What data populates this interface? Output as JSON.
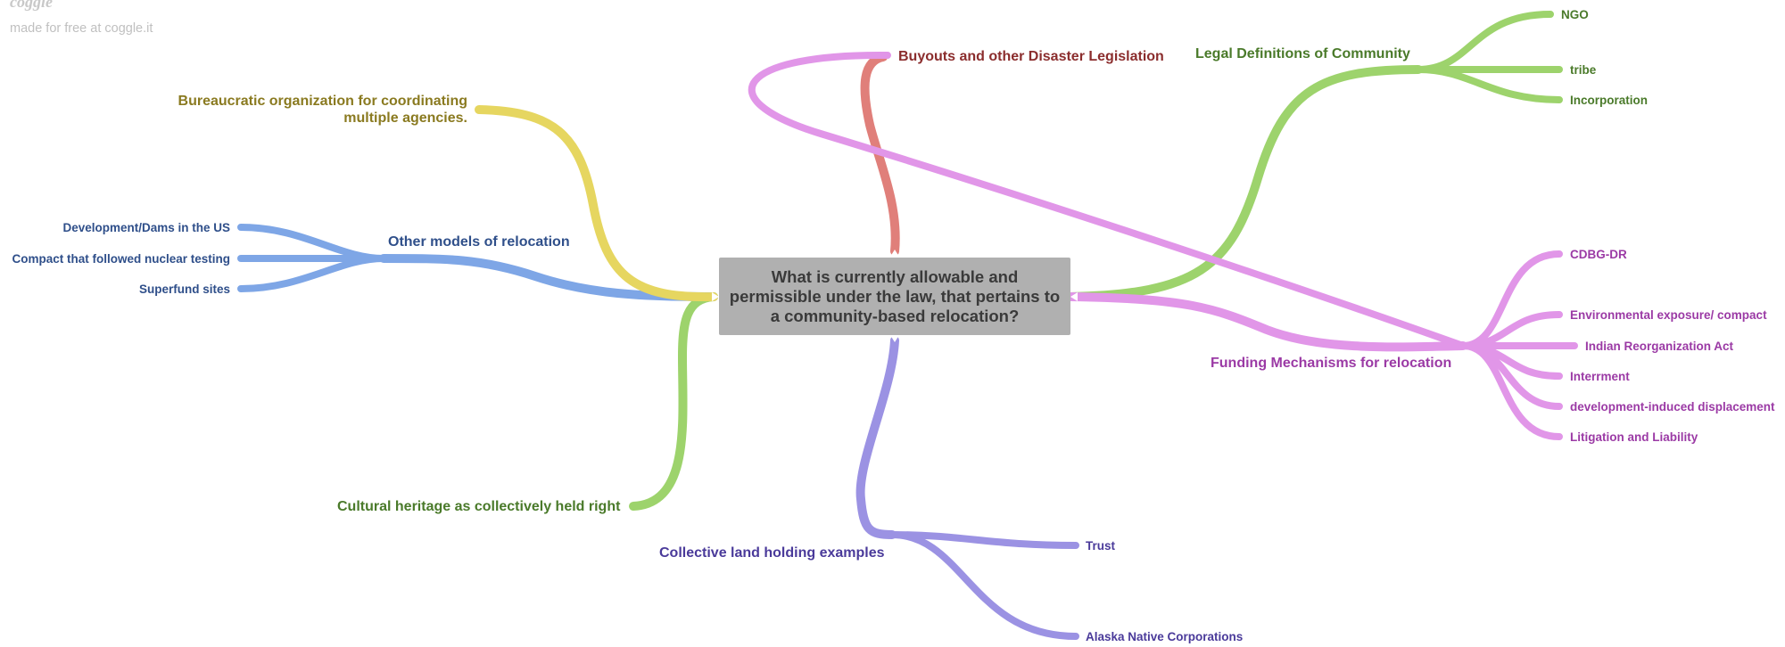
{
  "watermark": {
    "logo": "coggle",
    "text": "made for free at coggle.it"
  },
  "center": {
    "title": "What is currently allowable and permissible under the law, that pertains to a community-based relocation?"
  },
  "branches": {
    "buyouts": {
      "label": "Buyouts and other Disaster Legislation",
      "color": "#e07f7a",
      "text_color": "#8b2d2d"
    },
    "legal": {
      "label": "Legal Definitions of Community",
      "color": "#9dd36c",
      "text_color": "#4a7a2a",
      "children": [
        "NGO",
        "tribe",
        "Incorporation"
      ]
    },
    "funding": {
      "label": "Funding Mechanisms for relocation",
      "color": "#e196e8",
      "text_color": "#9b3aa5",
      "children": [
        "CDBG-DR",
        "Environmental exposure/ compact",
        "Indian Reorganization Act",
        "Interrment",
        "development-induced displacement",
        "Litigation and Liability"
      ]
    },
    "collective": {
      "label": "Collective land holding examples",
      "color": "#9b92e3",
      "text_color": "#4a3a9a",
      "children": [
        "Trust",
        "Alaska Native Corporations"
      ]
    },
    "cultural": {
      "label": "Cultural heritage as collectively held right",
      "color": "#9dd36c",
      "text_color": "#4a7a2a"
    },
    "other": {
      "label": "Other models of relocation",
      "color": "#7ea6e6",
      "text_color": "#2f4f8a",
      "children": [
        "Development/Dams in the US",
        "Compact that followed nuclear testing",
        "Superfund sites"
      ]
    },
    "bureau": {
      "label": "Bureaucratic organization for coordinating multiple agencies.",
      "color": "#e6d660",
      "text_color": "#8a7a20"
    }
  }
}
